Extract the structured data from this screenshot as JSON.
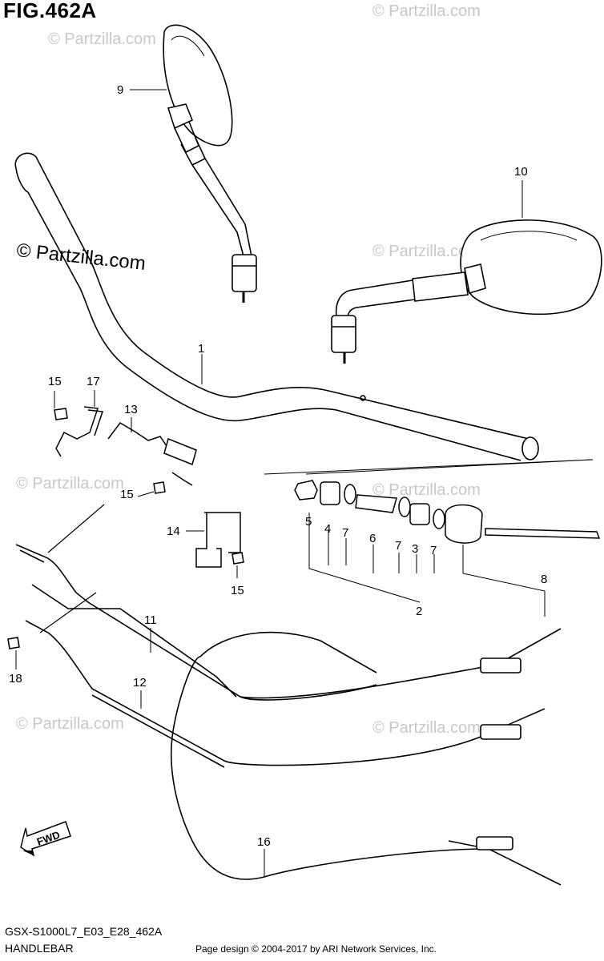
{
  "figure": {
    "title": "FIG.462A",
    "code": "GSX-S1000L7_E03_E28_462A",
    "name": "HANDLEBAR",
    "credit": "Page design © 2004-2017 by ARI Network Services, Inc."
  },
  "watermark": {
    "text": "© Partzilla.com",
    "color": "#c8c8c8"
  },
  "fwd_label": "FWD",
  "callouts": {
    "c1": "1",
    "c2": "2",
    "c3": "3",
    "c4": "4",
    "c5": "5",
    "c6": "6",
    "c7": "7",
    "c8": "8",
    "c9": "9",
    "c10": "10",
    "c11": "11",
    "c12": "12",
    "c13": "13",
    "c14": "14",
    "c15": "15",
    "c16": "16",
    "c17": "17",
    "c18": "18"
  }
}
